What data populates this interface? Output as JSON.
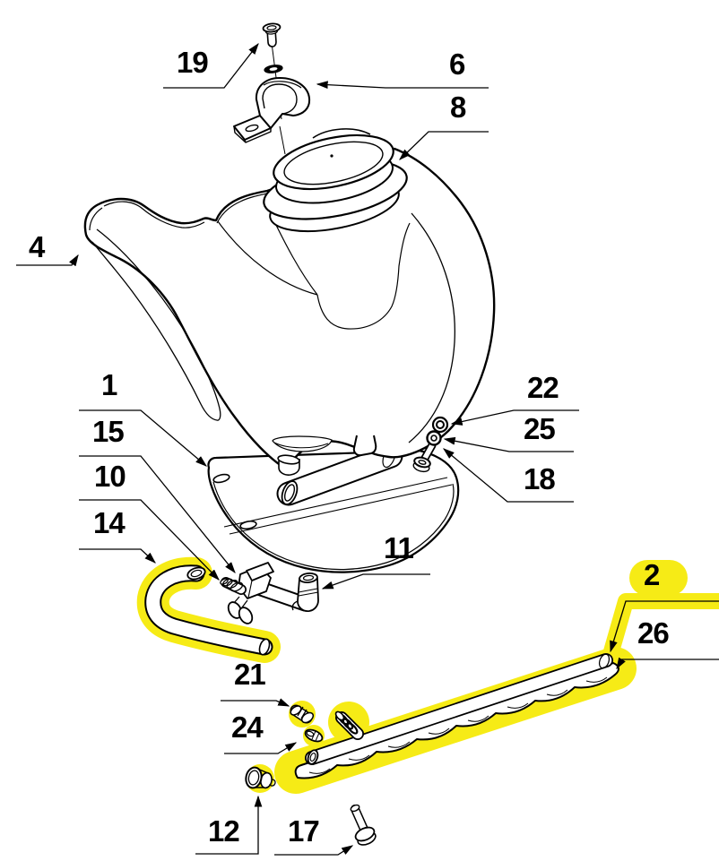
{
  "diagram": {
    "type": "exploded-parts-diagram",
    "subject": "tank-assembly-parts-drawing",
    "background_color": "#ffffff",
    "line_color": "#000000",
    "highlight_color": "#f6eb16",
    "callouts": [
      {
        "number": "19",
        "part": "bracket-screw",
        "label_highlighted": false,
        "part_highlighted": false
      },
      {
        "number": "6",
        "part": "clamp-bracket",
        "label_highlighted": false,
        "part_highlighted": false
      },
      {
        "number": "8",
        "part": "tank-cap",
        "label_highlighted": false,
        "part_highlighted": false
      },
      {
        "number": "4",
        "part": "tank",
        "label_highlighted": false,
        "part_highlighted": false
      },
      {
        "number": "1",
        "part": "mounting-plate",
        "label_highlighted": false,
        "part_highlighted": false
      },
      {
        "number": "15",
        "part": "valve-clamp",
        "label_highlighted": false,
        "part_highlighted": false
      },
      {
        "number": "10",
        "part": "valve-inlet-barb",
        "label_highlighted": false,
        "part_highlighted": false
      },
      {
        "number": "14",
        "part": "curved-hose",
        "label_highlighted": false,
        "part_highlighted": true
      },
      {
        "number": "22",
        "part": "screw",
        "label_highlighted": false,
        "part_highlighted": false
      },
      {
        "number": "25",
        "part": "washer",
        "label_highlighted": false,
        "part_highlighted": false
      },
      {
        "number": "18",
        "part": "stud",
        "label_highlighted": false,
        "part_highlighted": false
      },
      {
        "number": "11",
        "part": "elbow-fitting",
        "label_highlighted": false,
        "part_highlighted": false
      },
      {
        "number": "21",
        "part": "hose-nut",
        "label_highlighted": false,
        "part_highlighted": true
      },
      {
        "number": "24",
        "part": "olive-fitting",
        "label_highlighted": false,
        "part_highlighted": true
      },
      {
        "number": "2",
        "part": "suction-tube",
        "label_highlighted": true,
        "part_highlighted": true
      },
      {
        "number": "26",
        "part": "foam-grip",
        "label_highlighted": false,
        "part_highlighted": true
      },
      {
        "number": "12",
        "part": "end-plug",
        "label_highlighted": false,
        "part_highlighted": true
      },
      {
        "number": "17",
        "part": "grip-screw",
        "label_highlighted": false,
        "part_highlighted": false
      }
    ]
  }
}
